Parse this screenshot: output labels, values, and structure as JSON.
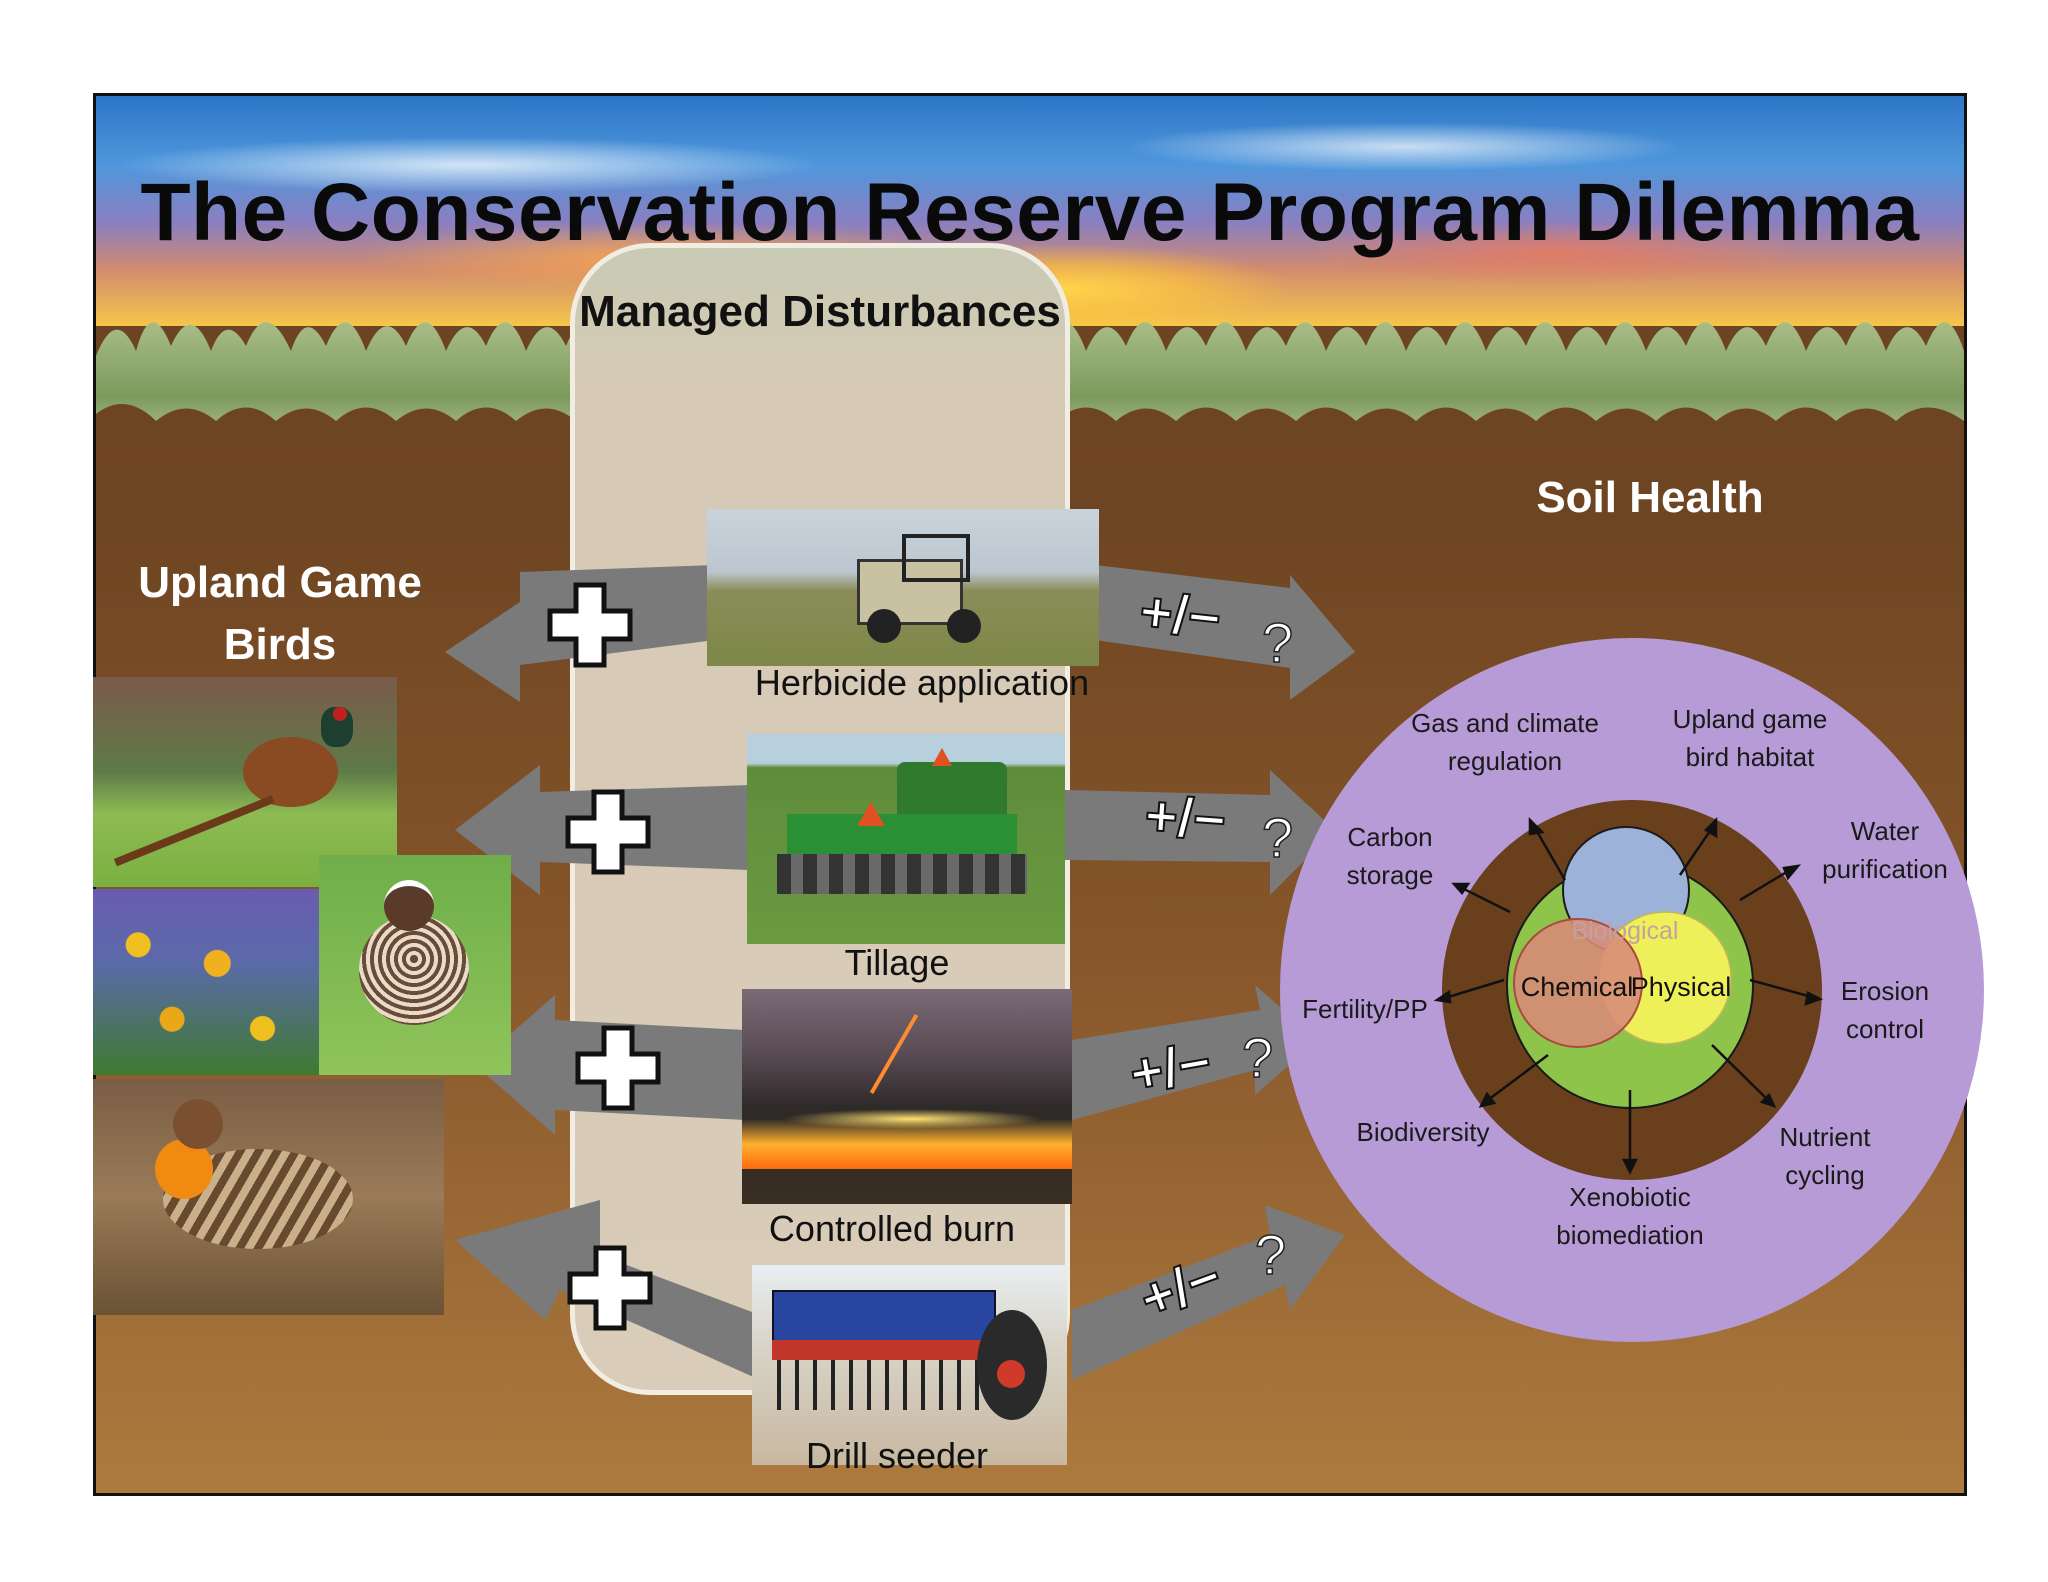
{
  "title": "The Conservation Reserve Program Dilemma",
  "managed": {
    "title": "Managed Disturbances"
  },
  "upland": {
    "title": "Upland Game Birds"
  },
  "soil": {
    "title": "Soil Health"
  },
  "disturbances": [
    {
      "caption": "Herbicide application",
      "bird_effect": "+",
      "soil_effect": "+/−",
      "soil_q": "?"
    },
    {
      "caption": "Tillage",
      "bird_effect": "+",
      "soil_effect": "+/−",
      "soil_q": "?"
    },
    {
      "caption": "Controlled burn",
      "bird_effect": "+",
      "soil_effect": "+/−",
      "soil_q": "?"
    },
    {
      "caption": "Drill seeder",
      "bird_effect": "+",
      "soil_effect": "+/−",
      "soil_q": "?"
    }
  ],
  "venn": {
    "biological": "Biological",
    "chemical": "Chemical",
    "physical": "Physical"
  },
  "services": [
    "Gas and climate regulation",
    "Upland game bird habitat",
    "Water purification",
    "Carbon storage",
    "Erosion control",
    "Fertility/PP",
    "Nutrient cycling",
    "Biodiversity",
    "Xenobiotic biomediation"
  ],
  "colors": {
    "soil_outer": "#b79bd6",
    "soil_ring": "#6a3f1c",
    "soil_core": "#8fc44a",
    "biological": "#9db2d9",
    "chemical": "#d78c78",
    "physical": "#eef05a",
    "arrow": "#777777"
  }
}
